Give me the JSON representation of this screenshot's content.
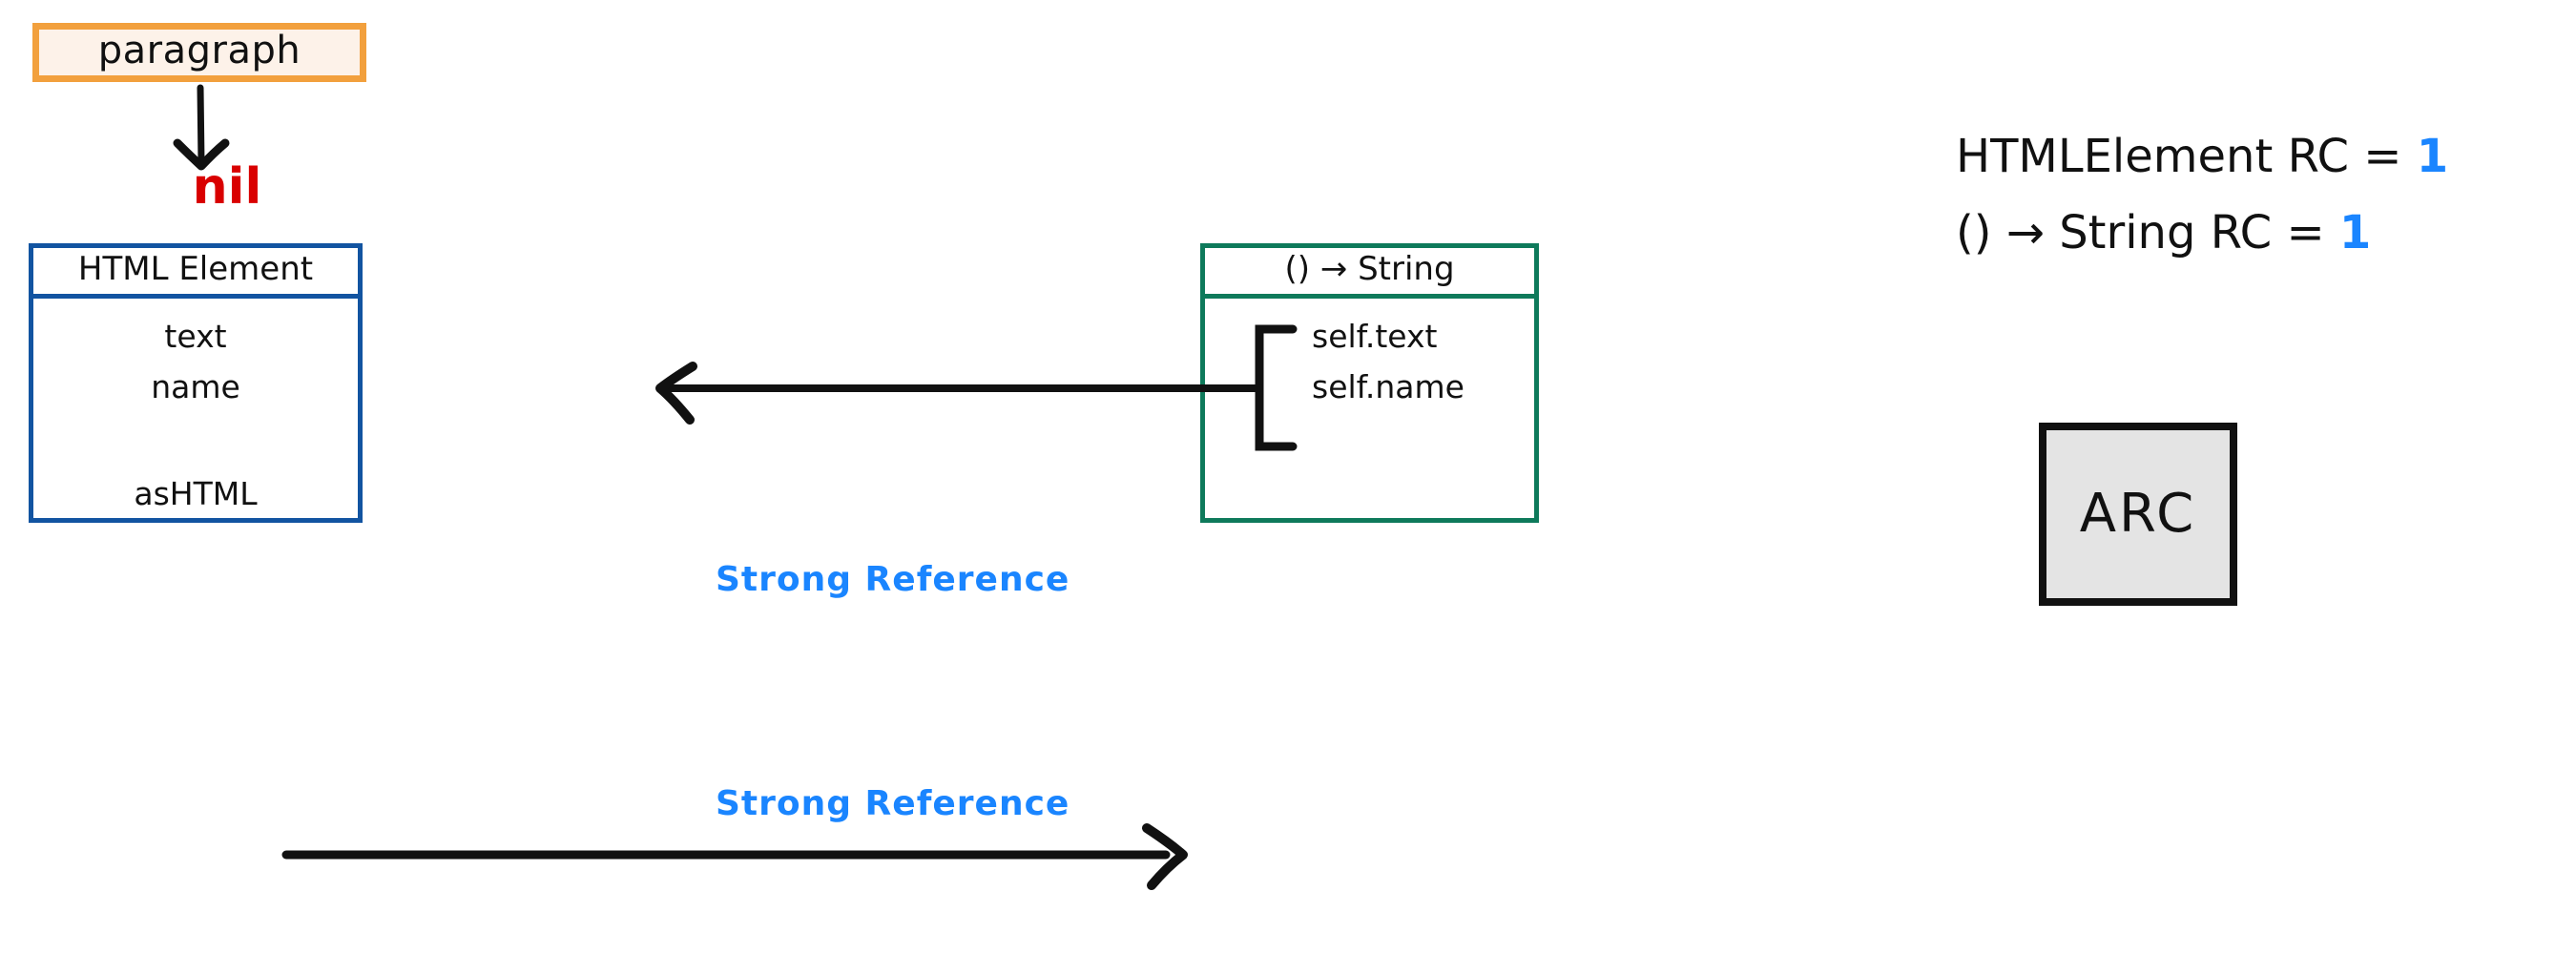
{
  "colors": {
    "orange": "#F2A03D",
    "cream": "#FDF2E9",
    "blue": "#1254A1",
    "green": "#0E7A5B",
    "red": "#D90000",
    "accent_blue": "#1A85FF",
    "gray": "#E4E4E4",
    "ink": "#111111"
  },
  "variable_box": {
    "label": "paragraph"
  },
  "nil_pointer": {
    "label": "nil",
    "arrow_icon": "down-arrow-icon"
  },
  "class_box": {
    "title": "HTML Element",
    "members": [
      "text",
      "name",
      "asHTML"
    ]
  },
  "closure_box": {
    "title": "() → String",
    "captures": [
      "self.text",
      "self.name"
    ]
  },
  "edges": [
    {
      "label": "Strong  Reference",
      "from": "closure-captures",
      "to": "html-element",
      "direction": "left"
    },
    {
      "label": "Strong  Reference",
      "from": "ashtml-property",
      "to": "closure-box",
      "direction": "right"
    }
  ],
  "reference_counts": [
    {
      "name": "HTMLElement",
      "operator": "RC =",
      "value": "1"
    },
    {
      "name": "() → String",
      "operator": "RC =",
      "value": "1"
    }
  ],
  "legend": {
    "label": "ARC"
  }
}
